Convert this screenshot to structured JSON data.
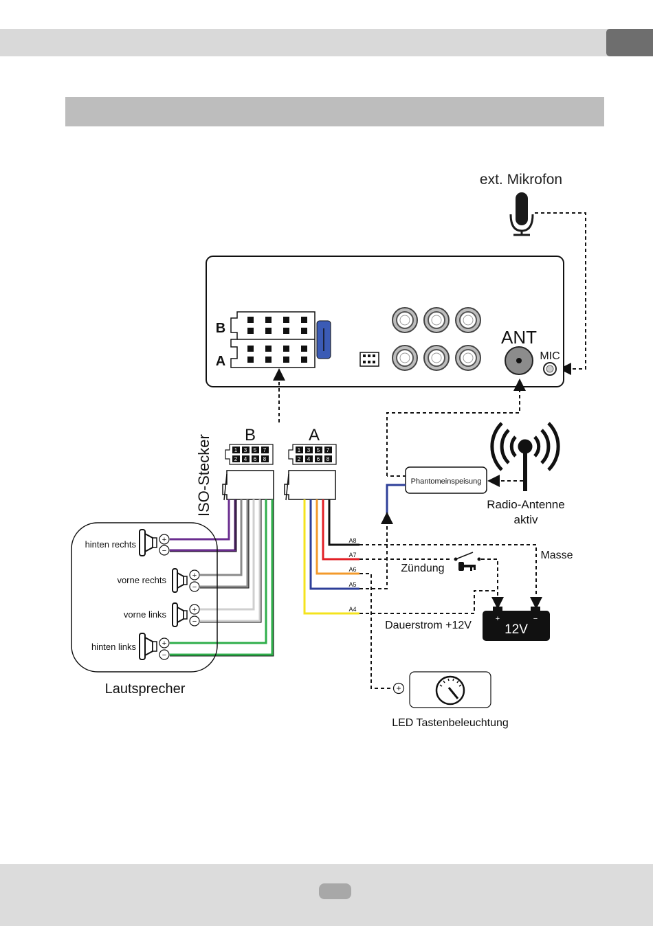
{
  "page": {
    "header_title": "",
    "section_title": "",
    "page_number": ""
  },
  "diagram": {
    "mic_label": "ext. Mikrofon",
    "port_b": "B",
    "port_a": "A",
    "ant_label": "ANT",
    "mic_port_label": "MIC",
    "iso_label": "ISO-Stecker",
    "conn_b_label": "B",
    "conn_a_label": "A",
    "pins_top": [
      "1",
      "3",
      "5",
      "7"
    ],
    "pins_bottom": [
      "2",
      "4",
      "6",
      "8"
    ],
    "phantom_label": "Phantomeinspeisung",
    "antenna_label_1": "Radio-Antenne",
    "antenna_label_2": "aktiv",
    "speakers": [
      {
        "label": "hinten rechts"
      },
      {
        "label": "vorne rechts"
      },
      {
        "label": "vorne links"
      },
      {
        "label": "hinten links"
      }
    ],
    "speaker_plus": "+",
    "speaker_minus": "−",
    "speaker_group_label": "Lautsprecher",
    "wires_a": [
      {
        "pin": "A8",
        "color": "#111111"
      },
      {
        "pin": "A7",
        "color": "#e21f26"
      },
      {
        "pin": "A6",
        "color": "#f39a2b"
      },
      {
        "pin": "A5",
        "color": "#2e3f99"
      },
      {
        "pin": "A4",
        "color": "#f4e31d"
      }
    ],
    "masse_label": "Masse",
    "zuendung_label": "Zündung",
    "dauerstrom_label": "Dauerstrom +12V",
    "battery_label": "12V",
    "battery_plus": "+",
    "battery_minus": "−",
    "led_plus": "+",
    "led_label": "LED Tastenbeleuchtung",
    "colors": {
      "purple": "#6a2c8f",
      "gray": "#8a8a8a",
      "lightgray": "#cfcfcf",
      "green": "#2eae4a",
      "blue_connector": "#3b5bb5"
    }
  }
}
